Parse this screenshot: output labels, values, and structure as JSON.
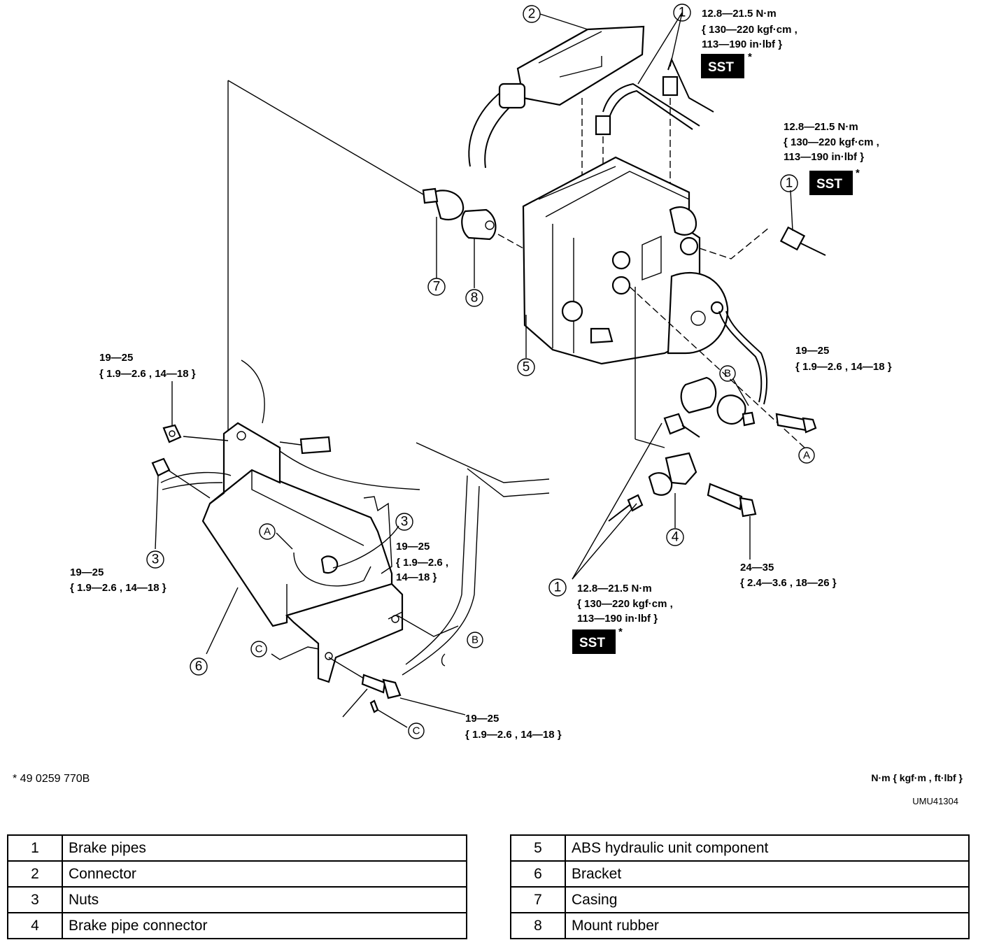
{
  "torque": {
    "pipe_top": [
      "12.8—21.5 N·m",
      "{ 130—220 kgf·cm ,",
      "113—190 in·lbf }"
    ],
    "pipe_right": [
      "12.8—21.5 N·m",
      "{ 130—220 kgf·cm ,",
      "113—190 in·lbf }"
    ],
    "pipe_bottom": [
      "12.8—21.5 N·m",
      "{ 130—220 kgf·cm ,",
      "113—190 in·lbf }"
    ],
    "nut_upper_left": [
      "19—25",
      "{ 1.9—2.6 , 14—18 }"
    ],
    "nut_left": [
      "19—25",
      "{ 1.9—2.6 , 14—18 }"
    ],
    "nut_center": [
      "19—25",
      "{ 1.9—2.6 ,",
      "14—18 }"
    ],
    "bolt_right": [
      "19—25",
      "{ 1.9—2.6 , 14—18 }"
    ],
    "bolt_bottom": [
      "19—25",
      "{ 1.9—2.6 , 14—18 }"
    ],
    "connector_bolt": [
      "24—35",
      "{ 2.4—3.6 , 18—26 }"
    ]
  },
  "sst_label": "SST",
  "sst_mark": "*",
  "callouts": {
    "numbers": [
      "1",
      "2",
      "3",
      "4",
      "5",
      "6",
      "7",
      "8"
    ],
    "letters": [
      "A",
      "B",
      "C"
    ]
  },
  "footnote": "* 49 0259 770B",
  "units": "N·m { kgf·m , ft·lbf }",
  "figure_code": "UMU41304",
  "legend_left": [
    {
      "num": "1",
      "name": "Brake pipes"
    },
    {
      "num": "2",
      "name": "Connector"
    },
    {
      "num": "3",
      "name": "Nuts"
    },
    {
      "num": "4",
      "name": "Brake pipe connector"
    }
  ],
  "legend_right": [
    {
      "num": "5",
      "name": "ABS hydraulic unit component"
    },
    {
      "num": "6",
      "name": "Bracket"
    },
    {
      "num": "7",
      "name": "Casing"
    },
    {
      "num": "8",
      "name": "Mount rubber"
    }
  ]
}
